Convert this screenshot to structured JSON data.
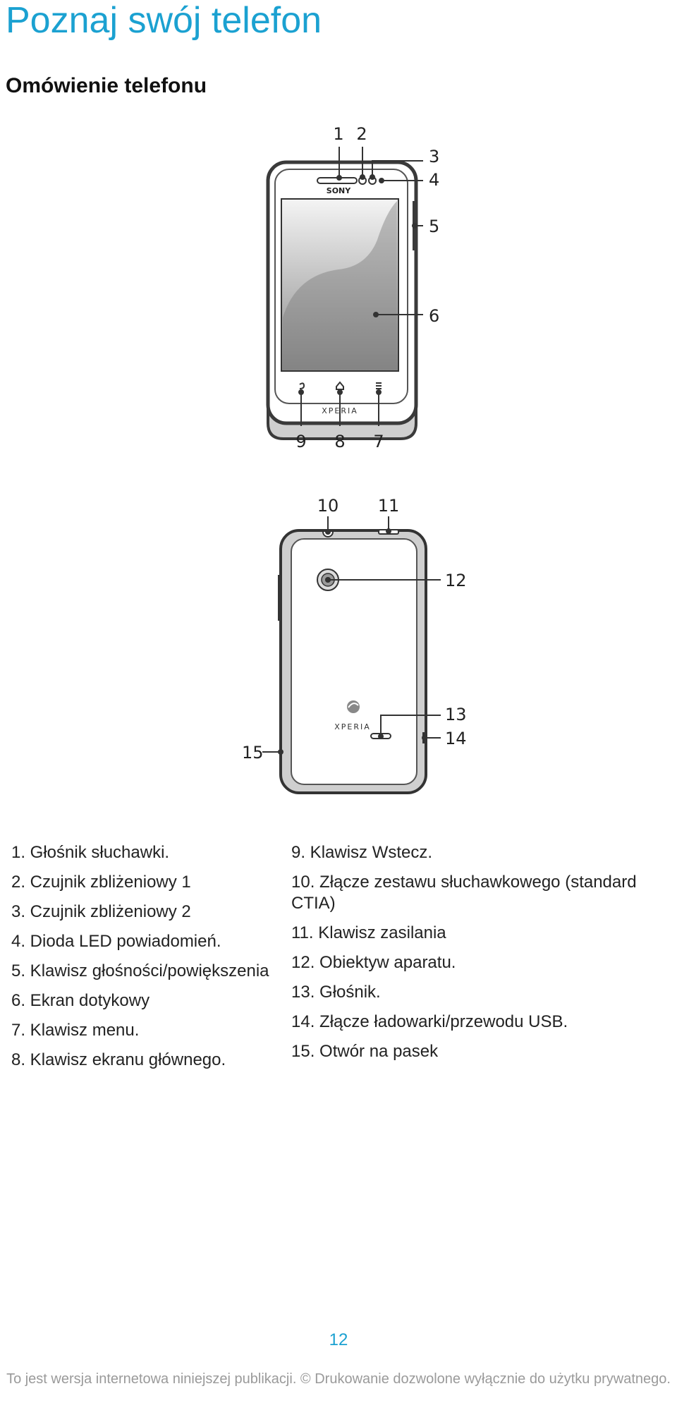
{
  "page": {
    "title": "Poznaj swój telefon",
    "section_title": "Omówienie telefonu",
    "page_number": "12",
    "footer": "To jest wersja internetowa niniejszej publikacji. © Drukowanie dozwolone wyłącznie do użytku prywatnego."
  },
  "figure": {
    "front_brand": "SONY",
    "front_model": "XPERIA",
    "back_model": "XPERIA",
    "callouts": {
      "c1": "1",
      "c2": "2",
      "c3": "3",
      "c4": "4",
      "c5": "5",
      "c6": "6",
      "c7": "7",
      "c8": "8",
      "c9": "9",
      "c10": "10",
      "c11": "11",
      "c12": "12",
      "c13": "13",
      "c14": "14",
      "c15": "15"
    }
  },
  "legend": {
    "left": [
      "1. Głośnik słuchawki.",
      "2. Czujnik zbliżeniowy 1",
      "3. Czujnik zbliżeniowy 2",
      "4. Dioda LED powiadomień.",
      "5. Klawisz głośności/powiększenia",
      "6. Ekran dotykowy",
      "7. Klawisz menu.",
      "8. Klawisz ekranu głównego."
    ],
    "right": [
      "9. Klawisz Wstecz.",
      "10. Złącze zestawu słuchawkowego (standard CTIA)",
      "11. Klawisz zasilania",
      "12. Obiektyw aparatu.",
      "13. Głośnik.",
      "14. Złącze ładowarki/przewodu USB.",
      "15. Otwór na pasek"
    ]
  }
}
